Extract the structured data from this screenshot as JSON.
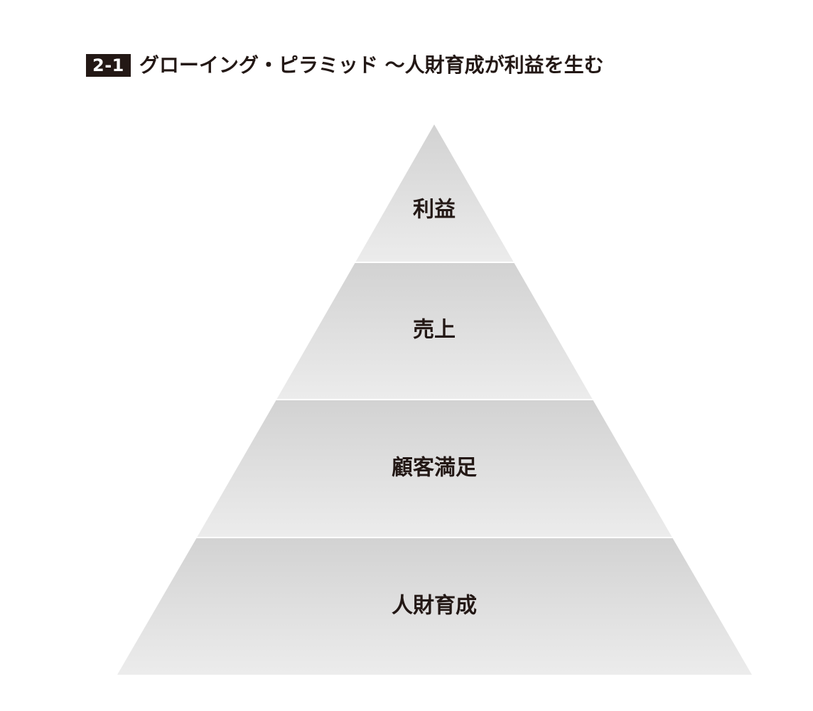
{
  "header": {
    "figure_number": "2-1",
    "title": "グローイング・ピラミッド ～人財育成が利益を生む"
  },
  "pyramid": {
    "tiers_top_to_bottom": [
      {
        "label": "利益"
      },
      {
        "label": "売上"
      },
      {
        "label": "顧客満足"
      },
      {
        "label": "人財育成"
      }
    ]
  },
  "colors": {
    "text": "#231815",
    "tier_gradient_top": "#d2d2d2",
    "tier_gradient_bottom": "#ececec",
    "separator": "#ffffff"
  }
}
